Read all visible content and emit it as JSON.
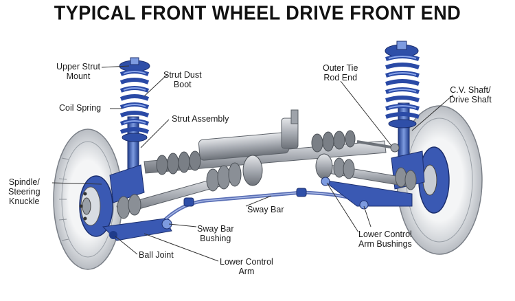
{
  "title": "TYPICAL FRONT WHEEL DRIVE FRONT END",
  "labels": {
    "upper_strut_mount": [
      "Upper Strut",
      "Mount"
    ],
    "strut_dust_boot": [
      "Strut Dust",
      "Boot"
    ],
    "coil_spring": [
      "Coil Spring"
    ],
    "strut_assembly": [
      "Strut Assembly"
    ],
    "spindle_steering_knuckle": [
      "Spindle/",
      "Steering",
      "Knuckle"
    ],
    "outer_tie_rod_end": [
      "Outer Tie",
      "Rod End"
    ],
    "cv_shaft": [
      "C.V. Shaft/",
      "Drive Shaft"
    ],
    "sway_bar": [
      "Sway Bar"
    ],
    "sway_bar_bushing": [
      "Sway Bar",
      "Bushing"
    ],
    "ball_joint": [
      "Ball Joint"
    ],
    "lower_control_arm": [
      "Lower Control",
      "Arm"
    ],
    "lower_control_arm_bushings": [
      "Lower Control",
      "Arm Bushings"
    ]
  },
  "colors": {
    "blue_part": "#2f4fa8",
    "blue_light": "#6f8fd6",
    "gray_part": "#9ea3aa",
    "tire": "#cfd2d6",
    "leader": "#333333"
  }
}
